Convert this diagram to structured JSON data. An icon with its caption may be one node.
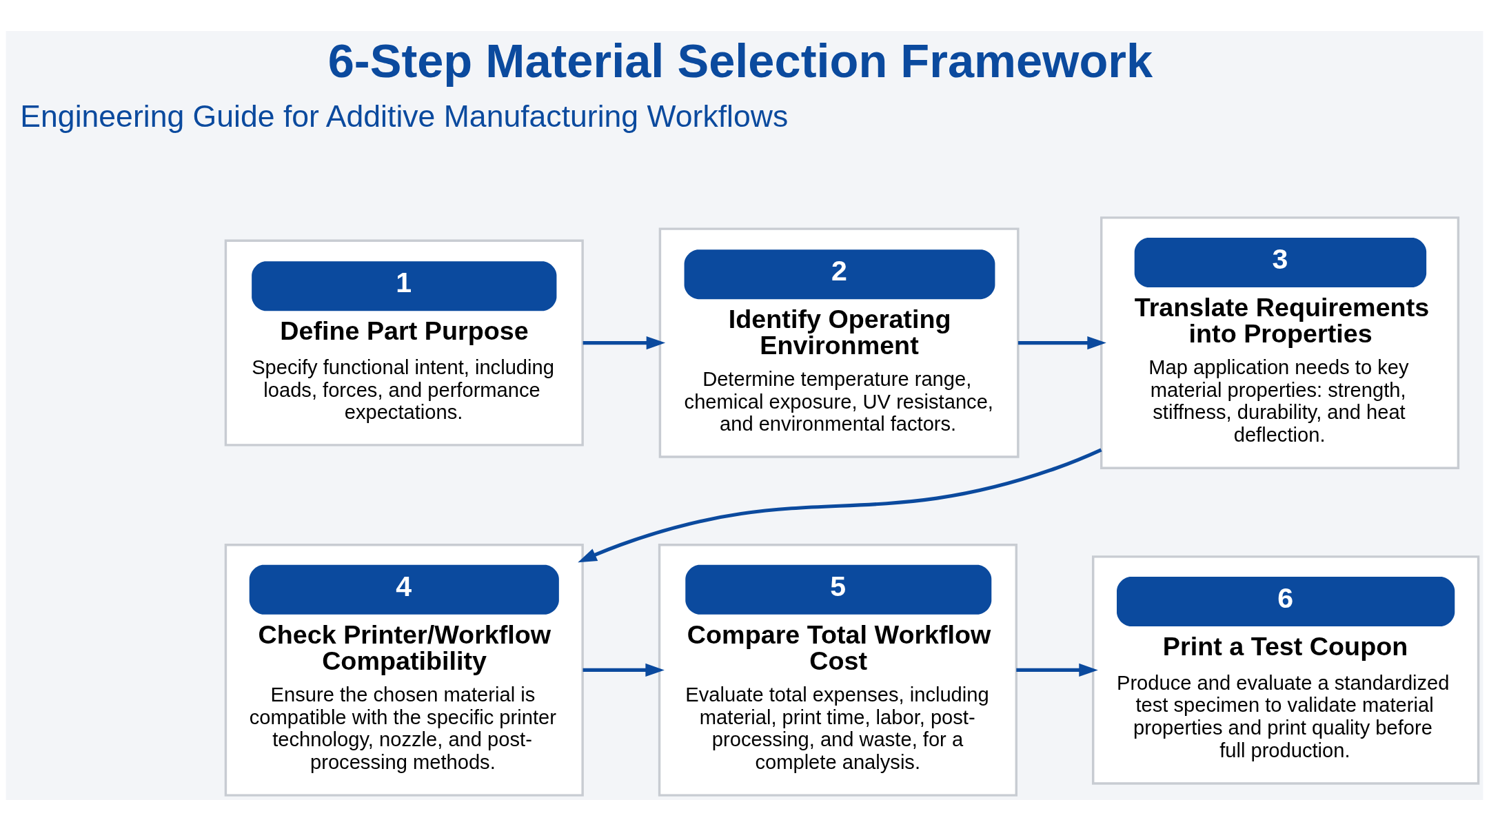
{
  "diagram": {
    "title": "6-Step Material Selection Framework",
    "nodes": [
      {
        "text": [
          "1",
          "Define Part Purpose",
          "Specify functional intent, including loads, forces, and performance expectations."
        ]
      },
      {
        "text": [
          "2",
          "Identify Operating Environment",
          "Determine temperature range, chemical exposure, UV resistance, and environmental factors."
        ]
      },
      {
        "text": [
          "3",
          "Translate Requirements into Properties",
          "Map application needs to key material properties: strength, stiffness, durability, and heat deflection."
        ]
      },
      {
        "text": [
          "4",
          "Check Printer/Workflow Compatibility",
          "Ensure the chosen material is compatible with the specific printer technology, nozzle, and post-processing methods."
        ]
      },
      {
        "text": [
          "5",
          "Compare Total Workflow Cost",
          "Evaluate total expenses, including material, print time, labor, post-processing, and waste, for a complete analysis."
        ]
      },
      {
        "text": [
          "6",
          "Print a Test Coupon",
          "Produce and evaluate a standardized test specimen to validate material properties and print quality before full production."
        ]
      }
    ],
    "edges": [
      {
        "from": 0,
        "to": 1,
        "arrow": "to"
      },
      {
        "from": 1,
        "to": 2,
        "arrow": "to"
      },
      {
        "from": 2,
        "to": 3,
        "arrow": "to"
      },
      {
        "from": 3,
        "to": 4,
        "arrow": "to"
      },
      {
        "from": 4,
        "to": 5,
        "arrow": "to"
      }
    ],
    "labels": [
      "Engineering Guide for Additive Manufacturing Workflows"
    ]
  }
}
